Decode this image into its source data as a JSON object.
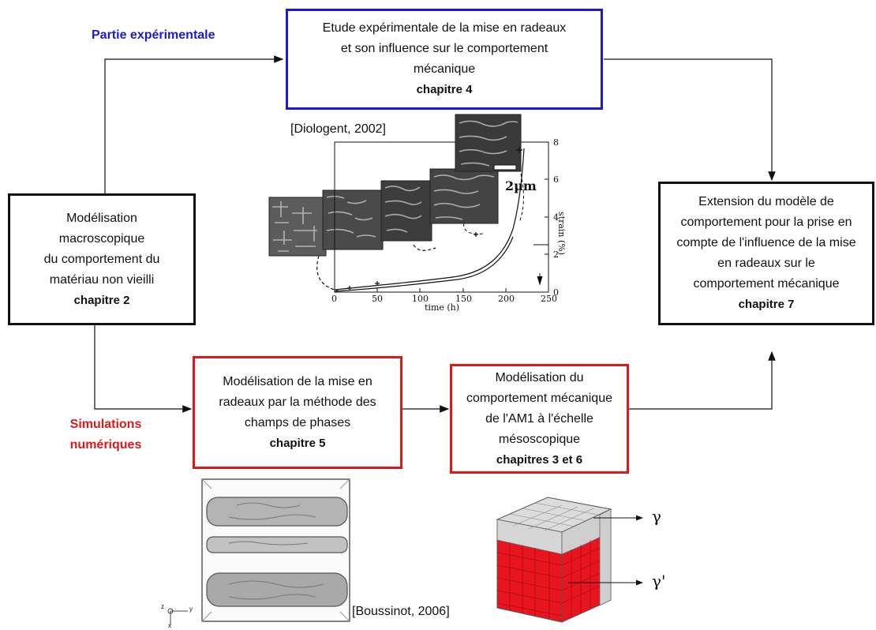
{
  "labels": {
    "experimental": "Partie expérimentale",
    "simulations": [
      "Simulations",
      "numériques"
    ]
  },
  "boxes": {
    "chapter4": {
      "lines": [
        "Etude expérimentale de la mise en radeaux",
        "et son influence sur le comportement",
        "mécanique"
      ],
      "chapter": "chapitre 4",
      "border_color": "#1a1ad6"
    },
    "chapter2": {
      "lines": [
        "Modélisation",
        "macroscopique",
        "du comportement du",
        "matériau non vieilli"
      ],
      "chapter": "chapitre 2",
      "border_color": "#111111"
    },
    "chapter7": {
      "lines": [
        "Extension du modèle de",
        "comportement pour la prise en",
        "compte de l'influence de la mise",
        "en radeaux sur le",
        "comportement mécanique"
      ],
      "chapter": "chapitre 7",
      "border_color": "#111111"
    },
    "chapter5": {
      "lines": [
        "Modélisation de la mise en",
        "radeaux par la méthode des",
        "champs de phases"
      ],
      "chapter": "chapitre 5",
      "border_color": "#e01818"
    },
    "chapter36": {
      "lines": [
        "Modélisation du",
        "comportement mécanique",
        "de l'AM1 à l'échelle",
        "mésoscopique"
      ],
      "chapter": "chapitres 3 et 6",
      "border_color": "#e01818"
    }
  },
  "creep_figure": {
    "citation": "[Diologent, 2002]",
    "scale_bar": "2µm",
    "x_axis_label": "time (h)",
    "y_axis_label": "strain (%)",
    "x_ticks": [
      "0",
      "50",
      "100",
      "150",
      "200",
      "250"
    ],
    "y_ticks": [
      "0",
      "2",
      "4",
      "6",
      "8"
    ]
  },
  "simulation_figure": {
    "citation": "[Boussinot, 2006]",
    "axes": [
      "z",
      "y",
      "x"
    ]
  },
  "cube_figure": {
    "gamma_label": "γ",
    "gamma_prime_label": "γ'",
    "cube_color": "#e8141e"
  }
}
